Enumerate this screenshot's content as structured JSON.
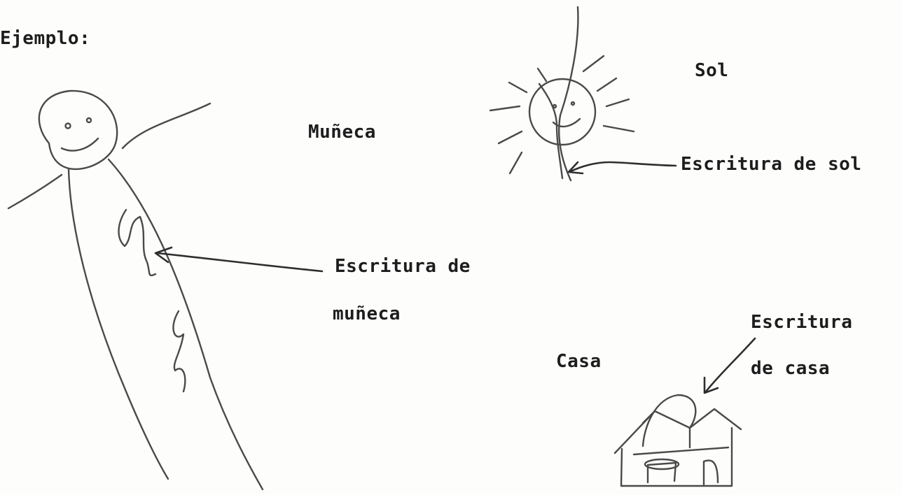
{
  "heading": "Ejemplo:",
  "labels": {
    "doll": "Muñeca",
    "sun": "Sol",
    "house": "Casa"
  },
  "annotations": {
    "doll_writing_line1": "Escritura de",
    "doll_writing_line2": "muñeca",
    "sun_writing": "Escritura de sol",
    "house_writing_line1": "Escritura",
    "house_writing_line2": "de casa"
  }
}
